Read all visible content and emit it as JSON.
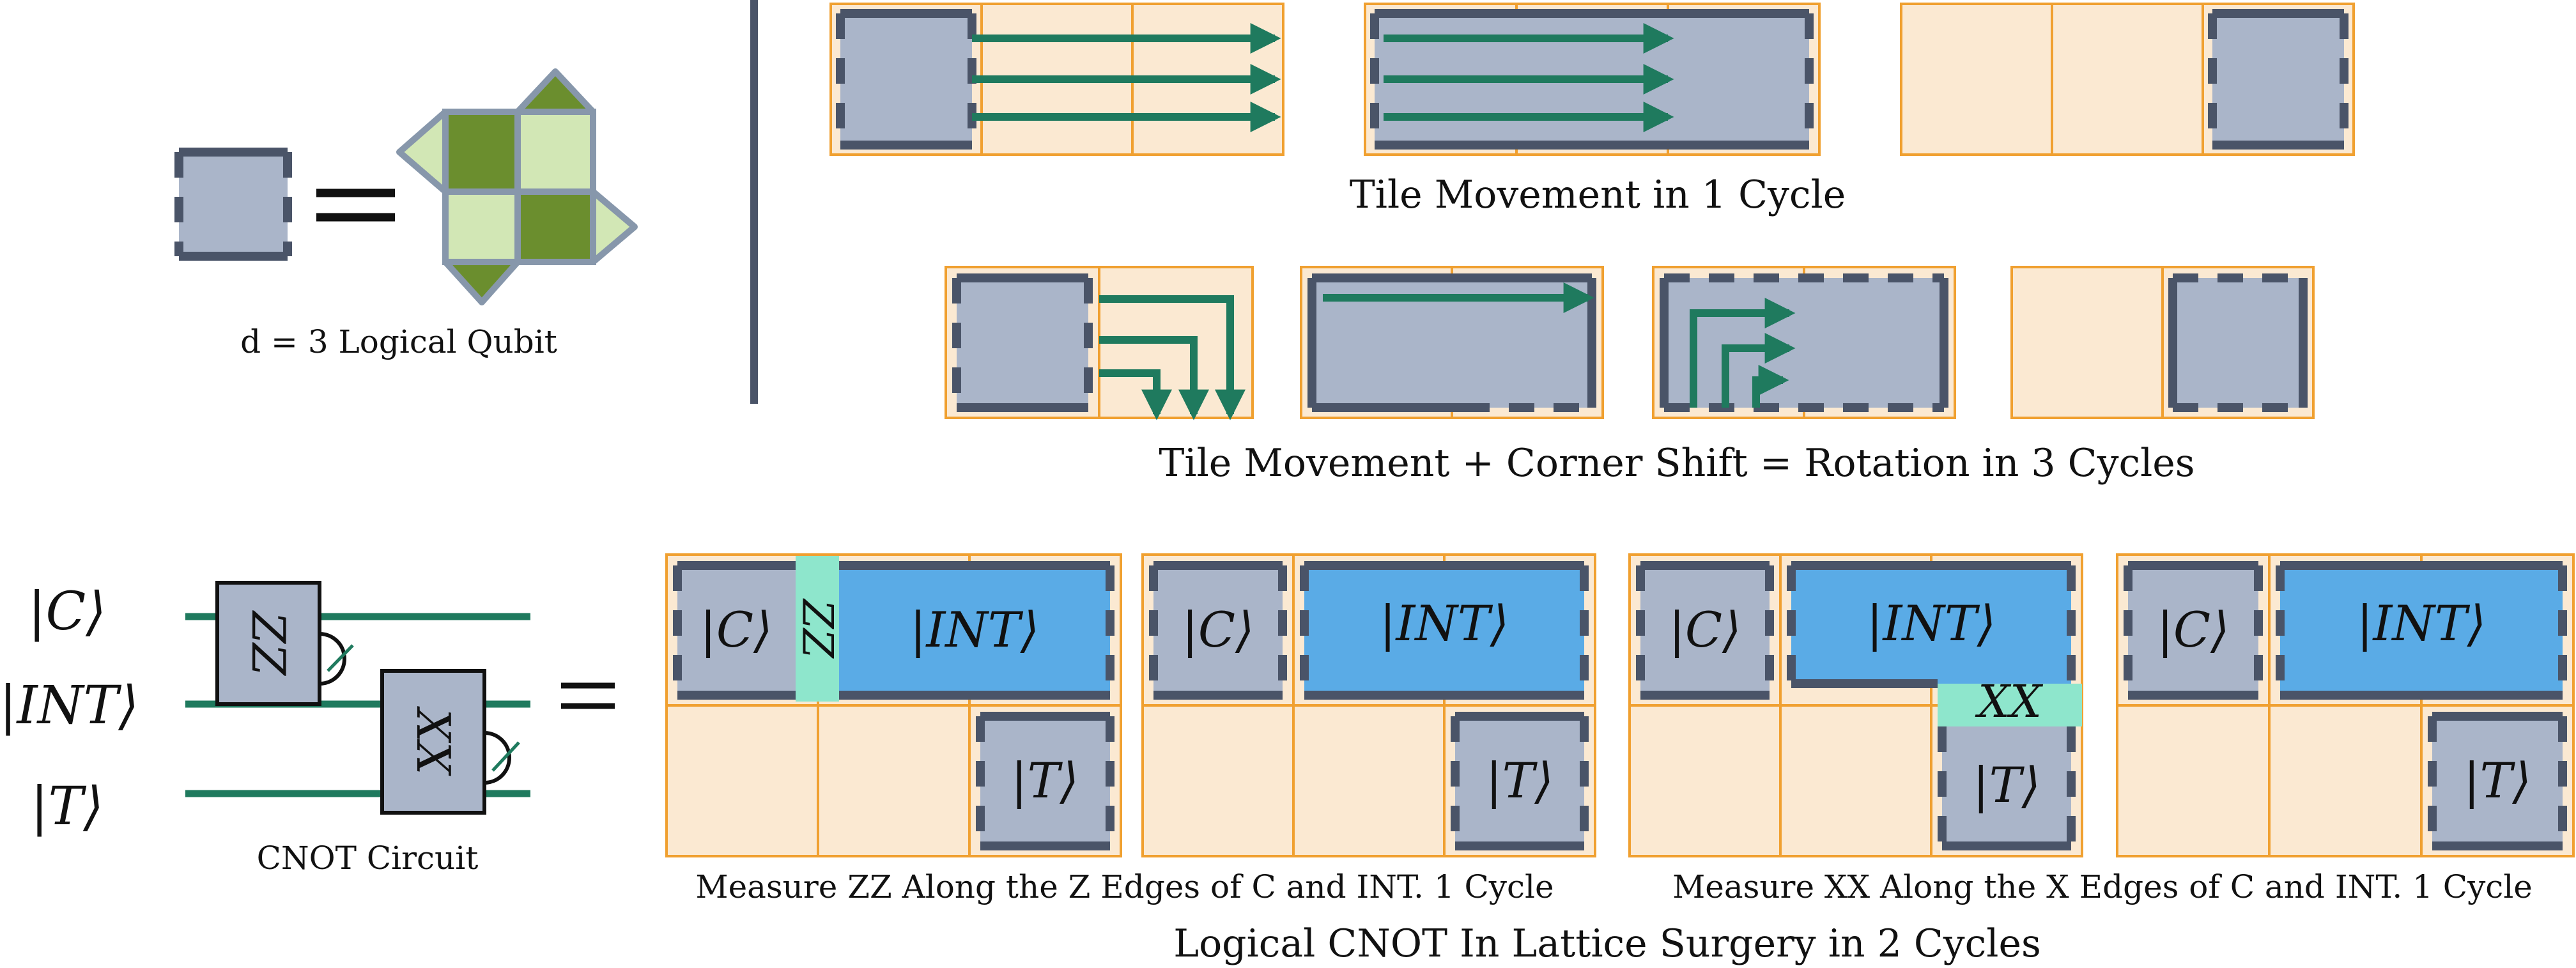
{
  "logical_qubit": {
    "caption": "d = 3 Logical Qubit",
    "equals": "="
  },
  "tile_movement": {
    "caption": "Tile Movement in 1 Cycle"
  },
  "rotation": {
    "caption": "Tile Movement + Corner Shift = Rotation in 3 Cycles"
  },
  "cnot_circuit": {
    "caption": "CNOT Circuit",
    "wire_labels": [
      "|C⟩",
      "|INT⟩",
      "|T⟩"
    ],
    "gate_zz": "ZZ",
    "gate_xx": "XX",
    "equals": "="
  },
  "surgery": {
    "tile_c": "|C⟩",
    "tile_int": "|INT⟩",
    "tile_t": "|T⟩",
    "zz_strip": "ZZ",
    "xx_strip": "XX",
    "caption_zz": "Measure ZZ Along the Z Edges of C and INT. 1 Cycle",
    "caption_xx": "Measure XX Along the X Edges of C and INT. 1 Cycle",
    "caption_main": "Logical CNOT In Lattice Surgery in 2 Cycles"
  },
  "colors": {
    "tile_fill": "#aab5c9",
    "tile_edge": "#4a5468",
    "cell_fill": "#fbe9d2",
    "cell_border": "#f0a030",
    "arrow": "#1f7a5e",
    "wire": "#1f7a5e",
    "int_fill": "#5aabe6",
    "strip_fill": "#8ee6cc",
    "dark_green": "#6b8e2e",
    "light_green": "#d2e7b5",
    "divider": "#4a5468"
  }
}
